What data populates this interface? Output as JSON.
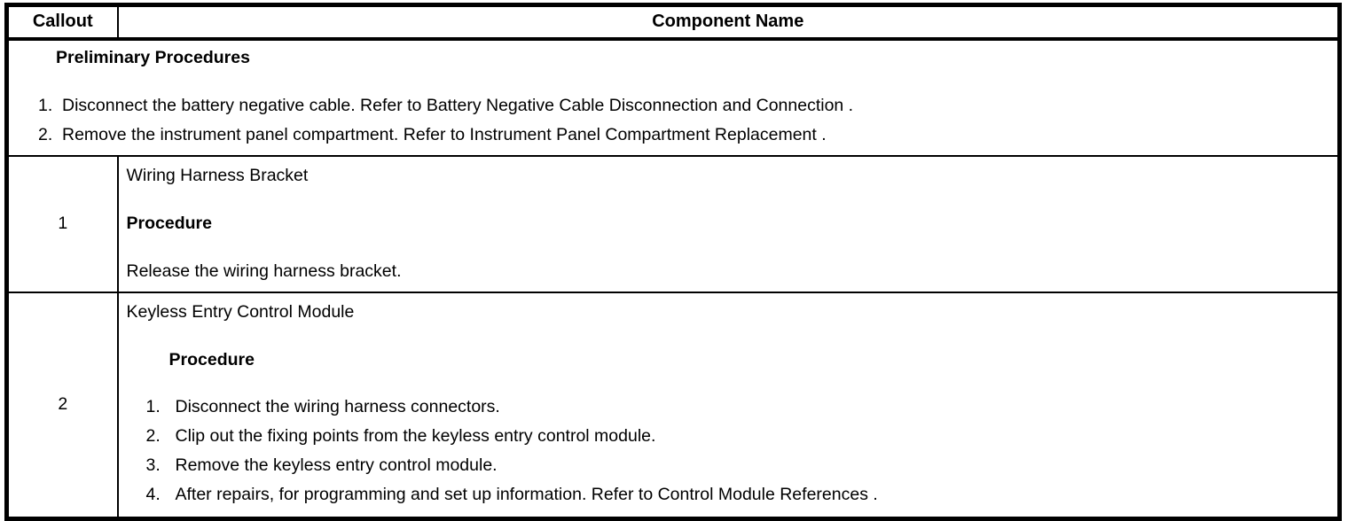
{
  "table": {
    "header": {
      "callout": "Callout",
      "component_name": "Component Name"
    },
    "preliminary": {
      "title": "Preliminary Procedures",
      "steps": [
        "Disconnect the battery negative cable. Refer to Battery Negative Cable Disconnection and Connection .",
        "Remove the instrument panel compartment. Refer to Instrument Panel Compartment Replacement ."
      ]
    },
    "rows": [
      {
        "callout": "1",
        "component": "Wiring Harness Bracket",
        "procedure_label": "Procedure",
        "steps": [
          "Release the wiring harness bracket."
        ]
      },
      {
        "callout": "2",
        "component": "Keyless Entry Control Module",
        "procedure_label": "Procedure",
        "steps": [
          "Disconnect the wiring harness connectors.",
          "Clip out the fixing points from the keyless entry control module.",
          "Remove the keyless entry control module.",
          "After repairs, for programming and set up information. Refer to Control Module References ."
        ]
      }
    ]
  },
  "colors": {
    "border": "#000000",
    "text": "#000000",
    "background": "#ffffff"
  }
}
